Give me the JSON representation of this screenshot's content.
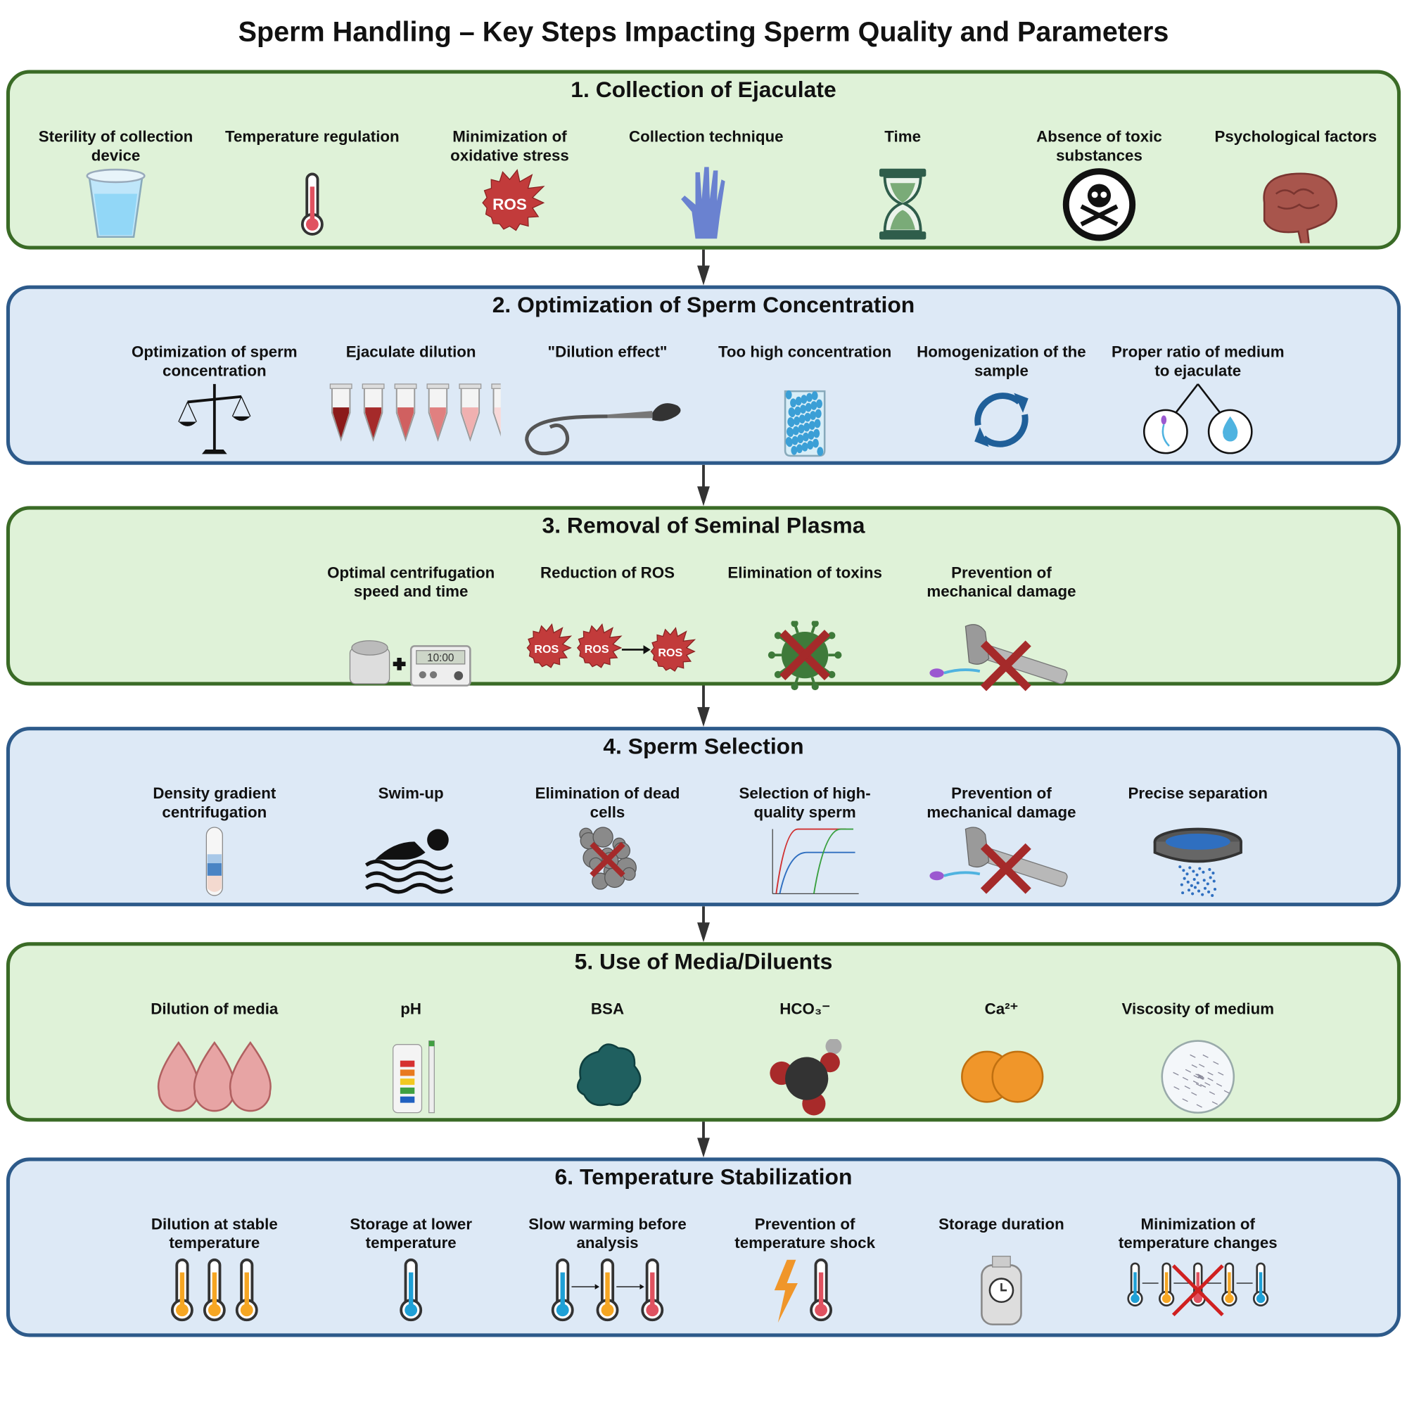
{
  "title": "Sperm Handling – Key Steps Impacting Sperm Quality and Parameters",
  "panels": [
    {
      "title": "1.  Collection of Ejaculate",
      "theme": "green",
      "items": [
        {
          "label": "Sterility of collection device",
          "icon": "collection-cup-icon"
        },
        {
          "label": "Temperature regulation",
          "icon": "thermometer-icon"
        },
        {
          "label": "Minimization of oxidative stress",
          "icon": "ros-burst-icon",
          "icon_text": "ROS"
        },
        {
          "label": "Collection technique",
          "icon": "glove-icon"
        },
        {
          "label": "Time",
          "icon": "hourglass-icon"
        },
        {
          "label": "Absence of toxic substances",
          "icon": "skull-crossbones-icon"
        },
        {
          "label": "Psychological factors",
          "icon": "brain-icon"
        }
      ]
    },
    {
      "title": "2. Optimization of Sperm Concentration",
      "theme": "blue",
      "items": [
        {
          "label": "Optimization of sperm concentration",
          "icon": "balance-scale-icon"
        },
        {
          "label": "Ejaculate dilution",
          "icon": "dilution-tubes-icon"
        },
        {
          "label": "\"Dilution effect\"",
          "icon": "sperm-cell-icon"
        },
        {
          "label": "Too high concentration",
          "icon": "beaker-icon"
        },
        {
          "label": "Homogenization of the sample",
          "icon": "cycle-arrows-icon"
        },
        {
          "label": "Proper ratio of medium to ejaculate",
          "icon": "ratio-circles-icon"
        }
      ]
    },
    {
      "title": "3. Removal of Seminal Plasma",
      "theme": "green",
      "items": [
        {
          "label": "Optimal centrifugation speed and time",
          "icon": "centrifuge-timer-icon",
          "icon_text": "10:00"
        },
        {
          "label": "Reduction of ROS",
          "icon": "ros-reduction-icon",
          "icon_text": "ROS"
        },
        {
          "label": "Elimination of toxins",
          "icon": "virus-crossed-icon"
        },
        {
          "label": "Prevention of mechanical damage",
          "icon": "hammer-crossed-icon"
        }
      ]
    },
    {
      "title": "4. Sperm Selection",
      "theme": "blue",
      "items": [
        {
          "label": "Density gradient centrifugation",
          "icon": "gradient-tube-icon"
        },
        {
          "label": "Swim-up",
          "icon": "swimmer-icon"
        },
        {
          "label": "Elimination of dead cells",
          "icon": "dead-cells-crossed-icon"
        },
        {
          "label": "Selection of high-quality sperm",
          "icon": "sigmoid-chart-icon"
        },
        {
          "label": "Prevention of mechanical damage",
          "icon": "hammer-crossed-icon"
        },
        {
          "label": "Precise separation",
          "icon": "sieve-icon"
        }
      ]
    },
    {
      "title": "5. Use of Media/Diluents",
      "theme": "green",
      "items": [
        {
          "label": "Dilution of media",
          "icon": "drops-icon"
        },
        {
          "label": "pH",
          "icon": "ph-strip-icon"
        },
        {
          "label": "BSA",
          "icon": "protein-icon"
        },
        {
          "label": "HCO₃⁻",
          "icon": "molecule-icon"
        },
        {
          "label": "Ca²⁺",
          "icon": "calcium-ions-icon"
        },
        {
          "label": "Viscosity of medium",
          "icon": "petri-dish-icon"
        }
      ]
    },
    {
      "title": "6. Temperature Stabilization",
      "theme": "blue",
      "items": [
        {
          "label": "Dilution at stable temperature",
          "icon": "three-thermometers-icon"
        },
        {
          "label": "Storage at lower temperature",
          "icon": "cold-thermometer-icon"
        },
        {
          "label": "Slow warming before analysis",
          "icon": "warming-sequence-icon"
        },
        {
          "label": "Prevention of temperature shock",
          "icon": "lightning-thermometer-icon"
        },
        {
          "label": "Storage duration",
          "icon": "dewar-clock-icon"
        },
        {
          "label": "Minimization of temperature changes",
          "icon": "temperature-changes-crossed-icon"
        }
      ]
    }
  ],
  "colors": {
    "green_border": "#3a6b26",
    "green_fill": "#dff2d8",
    "blue_border": "#2d5a8a",
    "blue_fill": "#dde9f6",
    "cross_red": "#a52a2a"
  }
}
